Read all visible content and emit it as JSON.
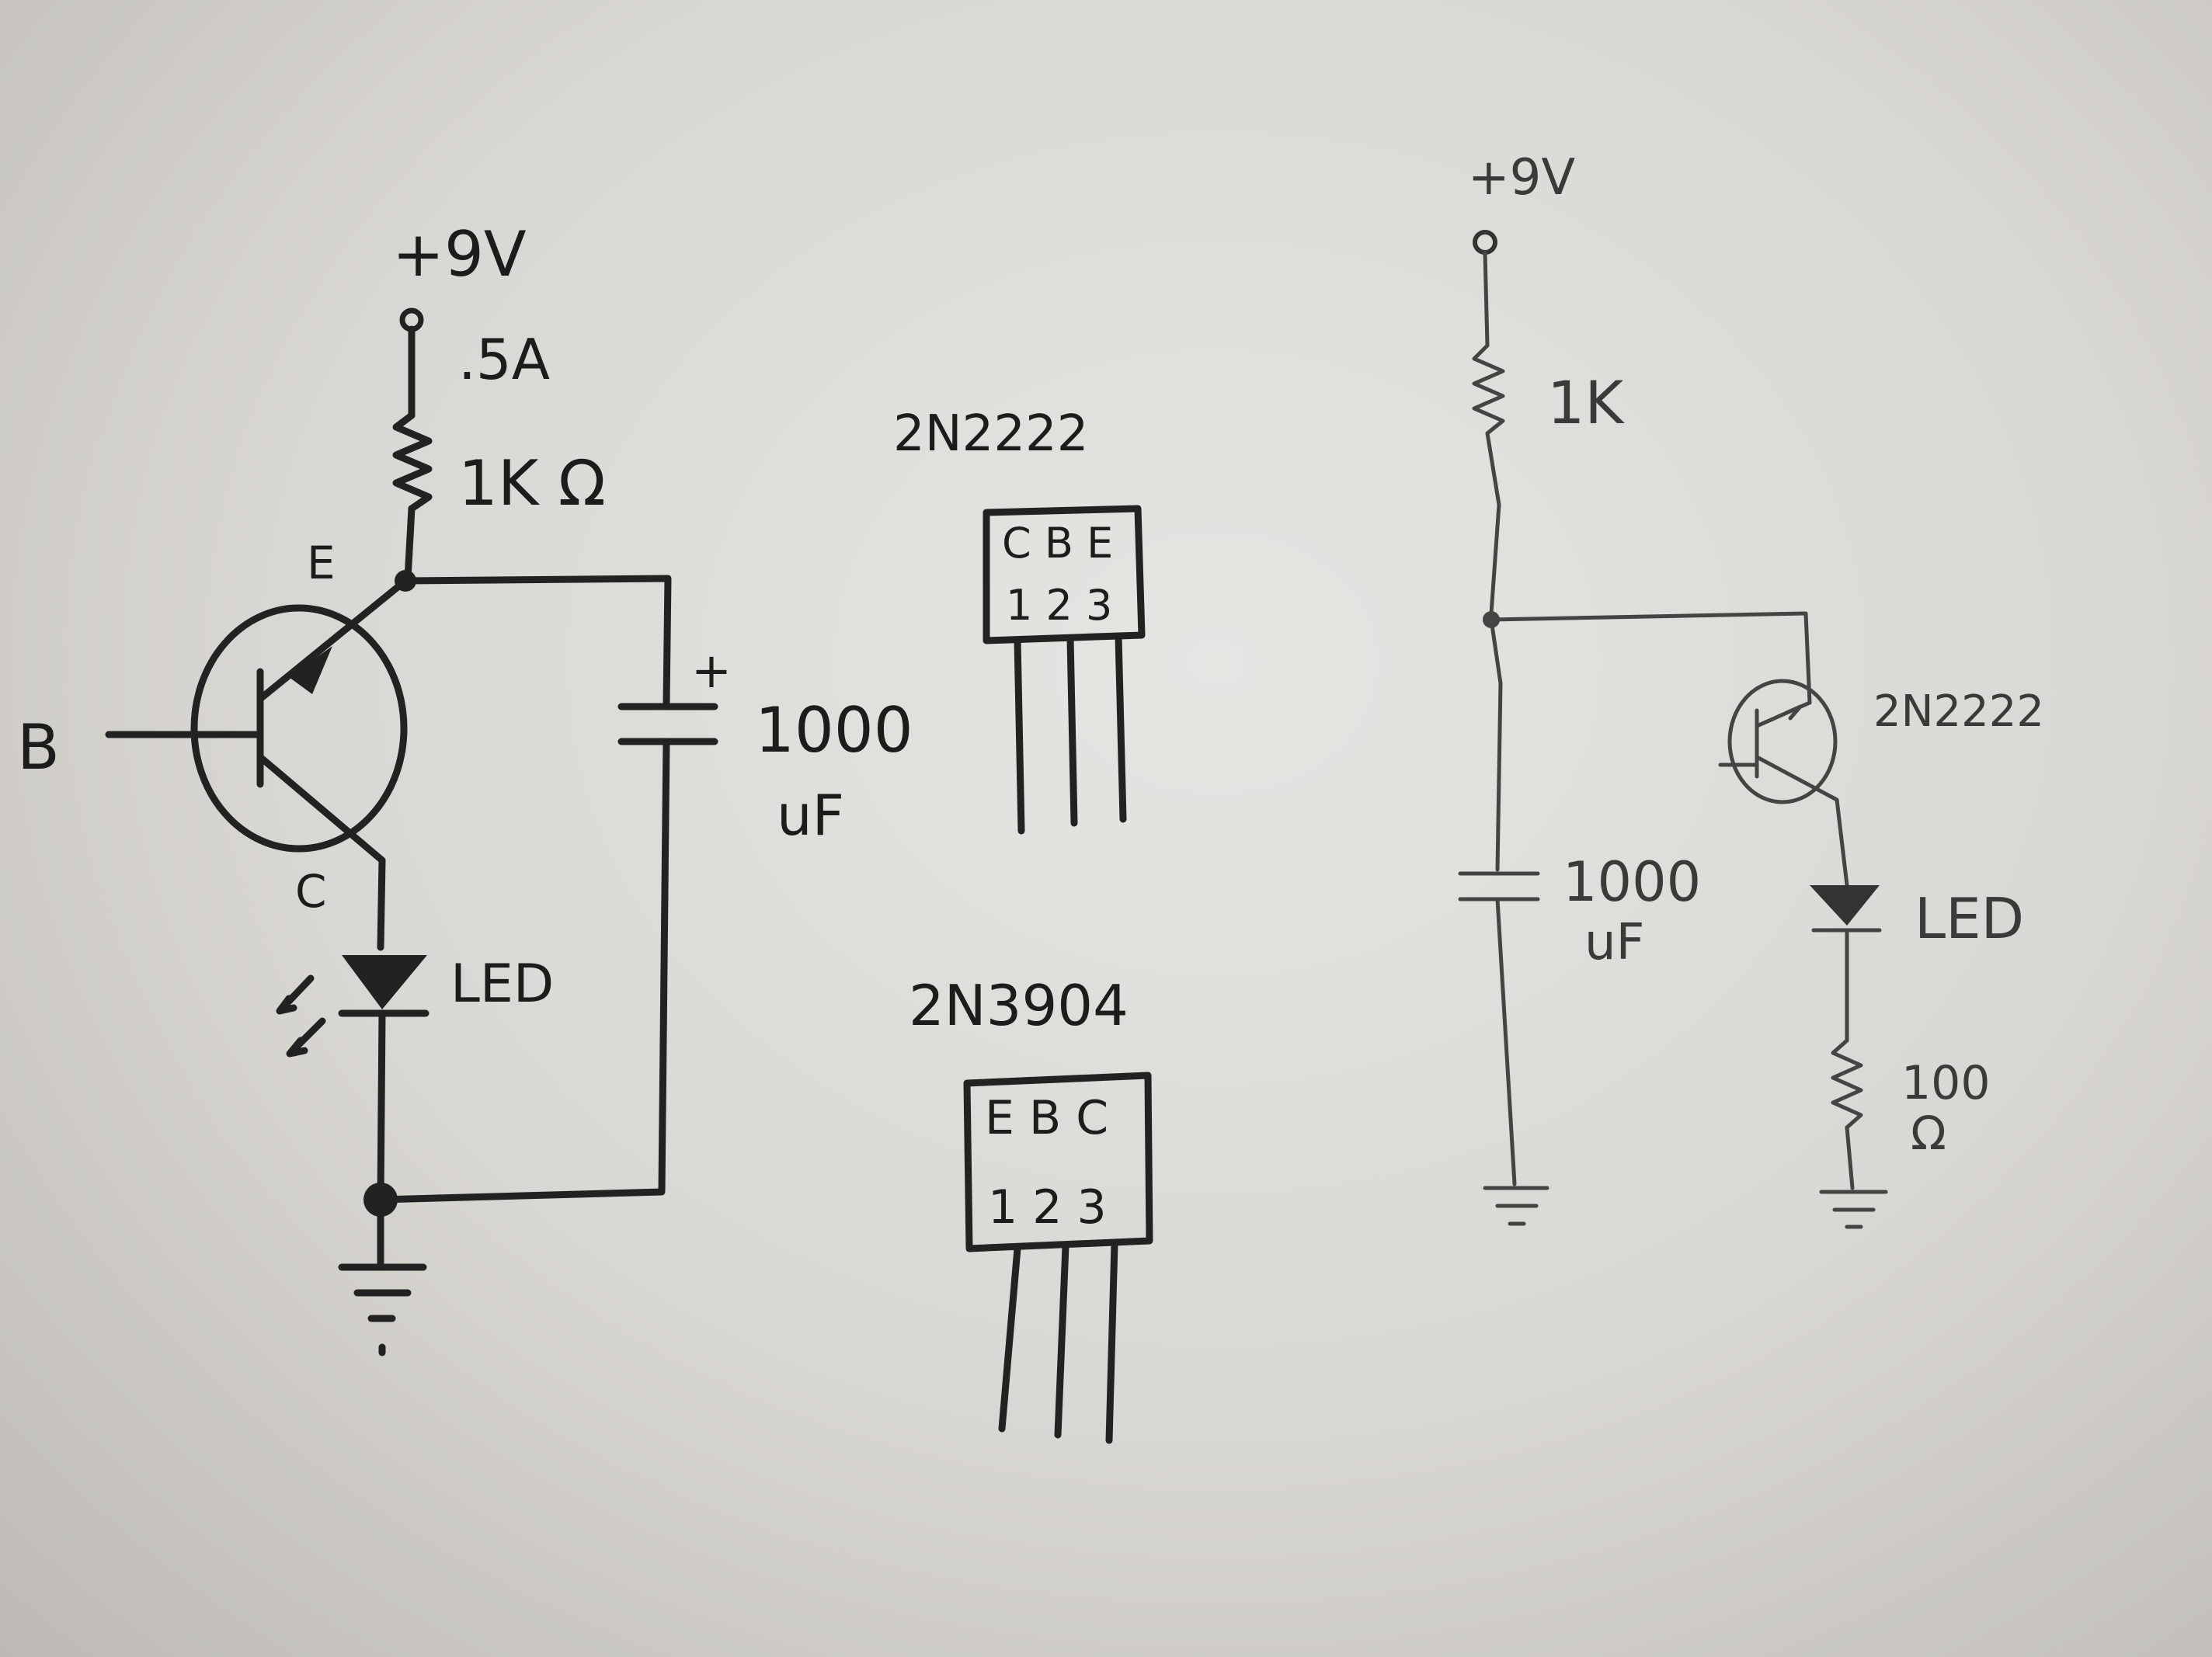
{
  "left_circuit": {
    "supply": "+9V",
    "current": ".5A",
    "resistor": "1K Ω",
    "emitter": "E",
    "base": "B",
    "collector": "C",
    "cap_polarity": "+",
    "cap_value": "1000",
    "cap_unit": "uF",
    "led": "LED"
  },
  "pinouts": {
    "p2n2222": {
      "name": "2N2222",
      "pins": "C B E",
      "numbers": "1 2 3"
    },
    "p2n3904": {
      "name": "2N3904",
      "pins": "E B C",
      "numbers": "1 2 3"
    }
  },
  "right_circuit": {
    "supply": "+9V",
    "resistor": "1K",
    "transistor": "2N2222",
    "cap_value": "1000",
    "cap_unit": "uF",
    "led": "LED",
    "resistor2_value": "100",
    "resistor2_unit": "Ω"
  }
}
